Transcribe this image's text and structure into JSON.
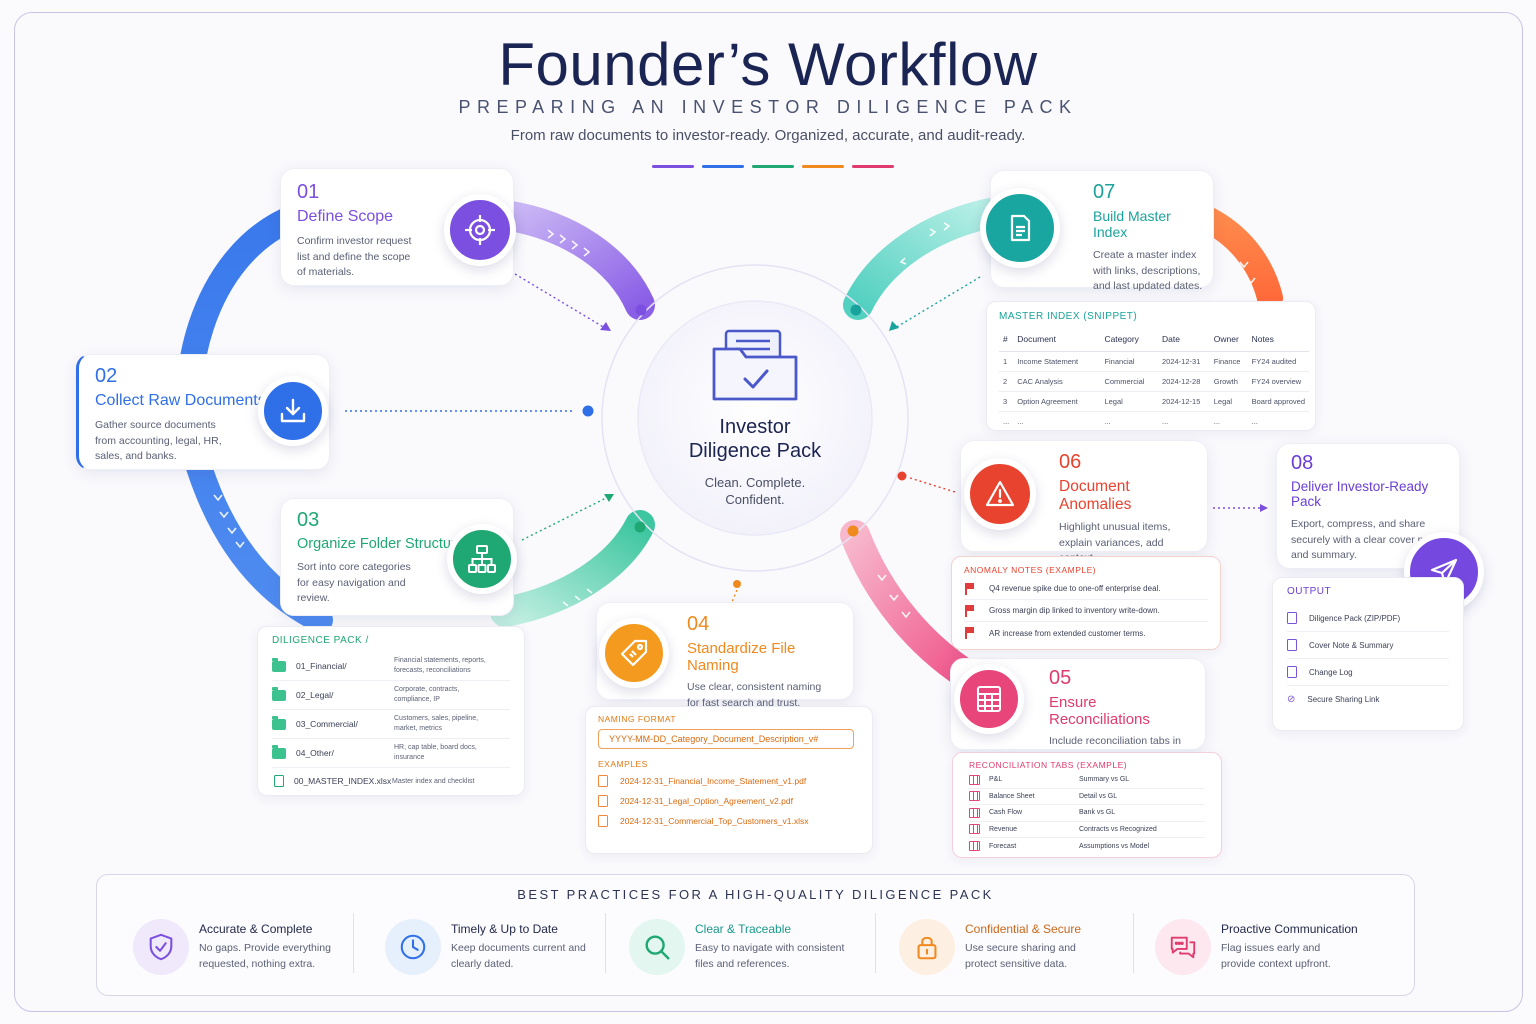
{
  "header": {
    "title": "Founder’s Workflow",
    "subtitle": "PREPARING AN INVESTOR DILIGENCE PACK",
    "tagline": "From raw documents to investor-ready. Organized, accurate, and audit-ready."
  },
  "center": {
    "title_line1": "Investor",
    "title_line2": "Diligence Pack",
    "tag_line1": "Clean. Complete.",
    "tag_line2": "Confident."
  },
  "steps": [
    {
      "num": "01",
      "title": "Define Scope",
      "desc": "Confirm investor request list and define the scope of materials.",
      "color": "#7b4fe0"
    },
    {
      "num": "02",
      "title": "Collect Raw Documents",
      "desc": "Gather source documents from accounting, legal, HR, sales, and banks.",
      "color": "#2f6fe8"
    },
    {
      "num": "03",
      "title": "Organize Folder Structure",
      "desc": "Sort into core categories for easy navigation and review.",
      "color": "#20a874"
    },
    {
      "num": "04",
      "title": "Standardize File Naming",
      "desc": "Use clear, consistent naming for fast search and trust.",
      "color": "#f0891e"
    },
    {
      "num": "05",
      "title": "Ensure Reconciliations",
      "desc": "Include reconciliation tabs in all key spreadsheets.",
      "color": "#e03b6e"
    },
    {
      "num": "06",
      "title": "Document Anomalies",
      "desc": "Highlight unusual items, explain variances, add context.",
      "color": "#e8432f"
    },
    {
      "num": "07",
      "title": "Build Master Index",
      "desc": "Create a master index with links, descriptions, and last updated dates.",
      "color": "#1aa39c"
    },
    {
      "num": "08",
      "title": "Deliver Investor-Ready Pack",
      "desc": "Export, compress, and share securely with a clear cover note and summary.",
      "color": "#6a3fd6"
    }
  ],
  "master_index": {
    "title": "MASTER INDEX (SNIPPET)",
    "headers": [
      "#",
      "Document",
      "Category",
      "Date",
      "Owner",
      "Notes"
    ],
    "rows": [
      [
        "1",
        "Income Statement",
        "Financial",
        "2024-12-31",
        "Finance",
        "FY24 audited"
      ],
      [
        "2",
        "CAC Analysis",
        "Commercial",
        "2024-12-28",
        "Growth",
        "FY24 overview"
      ],
      [
        "3",
        "Option Agreement",
        "Legal",
        "2024-12-15",
        "Legal",
        "Board approved"
      ],
      [
        "...",
        "...",
        "...",
        "...",
        "...",
        "..."
      ]
    ]
  },
  "diligence_pack": {
    "title": "DILIGENCE PACK /",
    "items": [
      {
        "name": "01_Financial/",
        "desc": "Financial statements, reports, forecasts, reconciliations"
      },
      {
        "name": "02_Legal/",
        "desc": "Corporate, contracts, compliance, IP"
      },
      {
        "name": "03_Commercial/",
        "desc": "Customers, sales, pipeline, market, metrics"
      },
      {
        "name": "04_Other/",
        "desc": "HR, cap table, board docs, insurance"
      },
      {
        "name": "00_MASTER_INDEX.xlsx",
        "desc": "Master index and checklist"
      }
    ]
  },
  "naming": {
    "title": "NAMING FORMAT",
    "format": "YYYY-MM-DD_Category_Document_Description_v#",
    "examples_title": "EXAMPLES",
    "examples": [
      "2024-12-31_Financial_Income_Statement_v1.pdf",
      "2024-12-31_Legal_Option_Agreement_v2.pdf",
      "2024-12-31_Commercial_Top_Customers_v1.xlsx"
    ]
  },
  "anomaly": {
    "title": "ANOMALY NOTES (EXAMPLE)",
    "items": [
      "Q4 revenue spike due to one-off enterprise deal.",
      "Gross margin dip linked to inventory write-down.",
      "AR increase from extended customer terms."
    ]
  },
  "reconciliation": {
    "title": "RECONCILIATION TABS (EXAMPLE)",
    "rows": [
      [
        "P&L",
        "Summary vs GL"
      ],
      [
        "Balance Sheet",
        "Detail vs GL"
      ],
      [
        "Cash Flow",
        "Bank vs GL"
      ],
      [
        "Revenue",
        "Contracts vs Recognized"
      ],
      [
        "Forecast",
        "Assumptions vs Model"
      ]
    ]
  },
  "output": {
    "title": "OUTPUT",
    "items": [
      "Diligence Pack (ZIP/PDF)",
      "Cover Note & Summary",
      "Change Log",
      "Secure Sharing Link"
    ]
  },
  "best_practices": {
    "title": "BEST PRACTICES FOR A HIGH-QUALITY DILIGENCE PACK",
    "items": [
      {
        "title": "Accurate & Complete",
        "desc": "No gaps. Provide everything requested, nothing extra.",
        "color": "#23294a",
        "tint": "#efe9fb",
        "stroke": "#7b4fe0"
      },
      {
        "title": "Timely & Up to Date",
        "desc": "Keep documents current and clearly dated.",
        "color": "#23294a",
        "tint": "#e6effc",
        "stroke": "#2f6fe8"
      },
      {
        "title": "Clear & Traceable",
        "desc": "Easy to navigate with consistent files and references.",
        "color": "#1a9a8a",
        "tint": "#e3f6ef",
        "stroke": "#20a874"
      },
      {
        "title": "Confidential & Secure",
        "desc": "Use secure sharing and protect sensitive data.",
        "color": "#c9681a",
        "tint": "#fdf0e2",
        "stroke": "#f0891e"
      },
      {
        "title": "Proactive Communication",
        "desc": "Flag issues early and provide context upfront.",
        "color": "#23294a",
        "tint": "#fde8ef",
        "stroke": "#e03b6e"
      }
    ]
  },
  "accent_bars": [
    "#7b4fe0",
    "#2f6fe8",
    "#20a874",
    "#f0891e",
    "#e03b6e"
  ]
}
